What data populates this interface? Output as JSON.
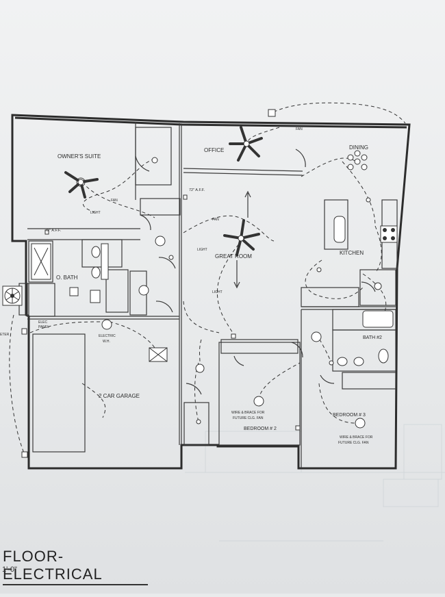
{
  "sheet": {
    "title": "FLOOR- ELECTRICAL",
    "scale": "1'-0\""
  },
  "rooms": {
    "owners_suite": "OWNER'S SUITE",
    "office": "OFFICE",
    "dining": "DINING",
    "great_room": "GREAT ROOM",
    "kitchen": "KITCHEN",
    "o_bath": "O. BATH",
    "bath2": "BATH #2",
    "garage": "2 CAR GARAGE",
    "bedroom2": "BEDROOM # 2",
    "bedroom3": "BEDROOM # 3"
  },
  "annotations": {
    "height_a": "72\" A.F.F.",
    "height_b": "72\" A.F.F.",
    "fan_owner": "FAN",
    "light_owner": "LIGHT",
    "fan_office": "FAN",
    "fan_great": "FAN",
    "light_great": "LIGHT",
    "light_great2": "LIGHT",
    "elec_panel_1": "ELEC",
    "elec_panel_2": "PANEL",
    "meter": "ETER",
    "electric_wh_1": "ELECTRIC",
    "electric_wh_2": "W.H.",
    "wire_brace_b2_1": "WIRE & BRACE FOR",
    "wire_brace_b2_2": "FUTURE CLG. FAN",
    "wire_brace_b3_1": "WIRE & BRACE FOR",
    "wire_brace_b3_2": "FUTURE CLG. FAN"
  }
}
